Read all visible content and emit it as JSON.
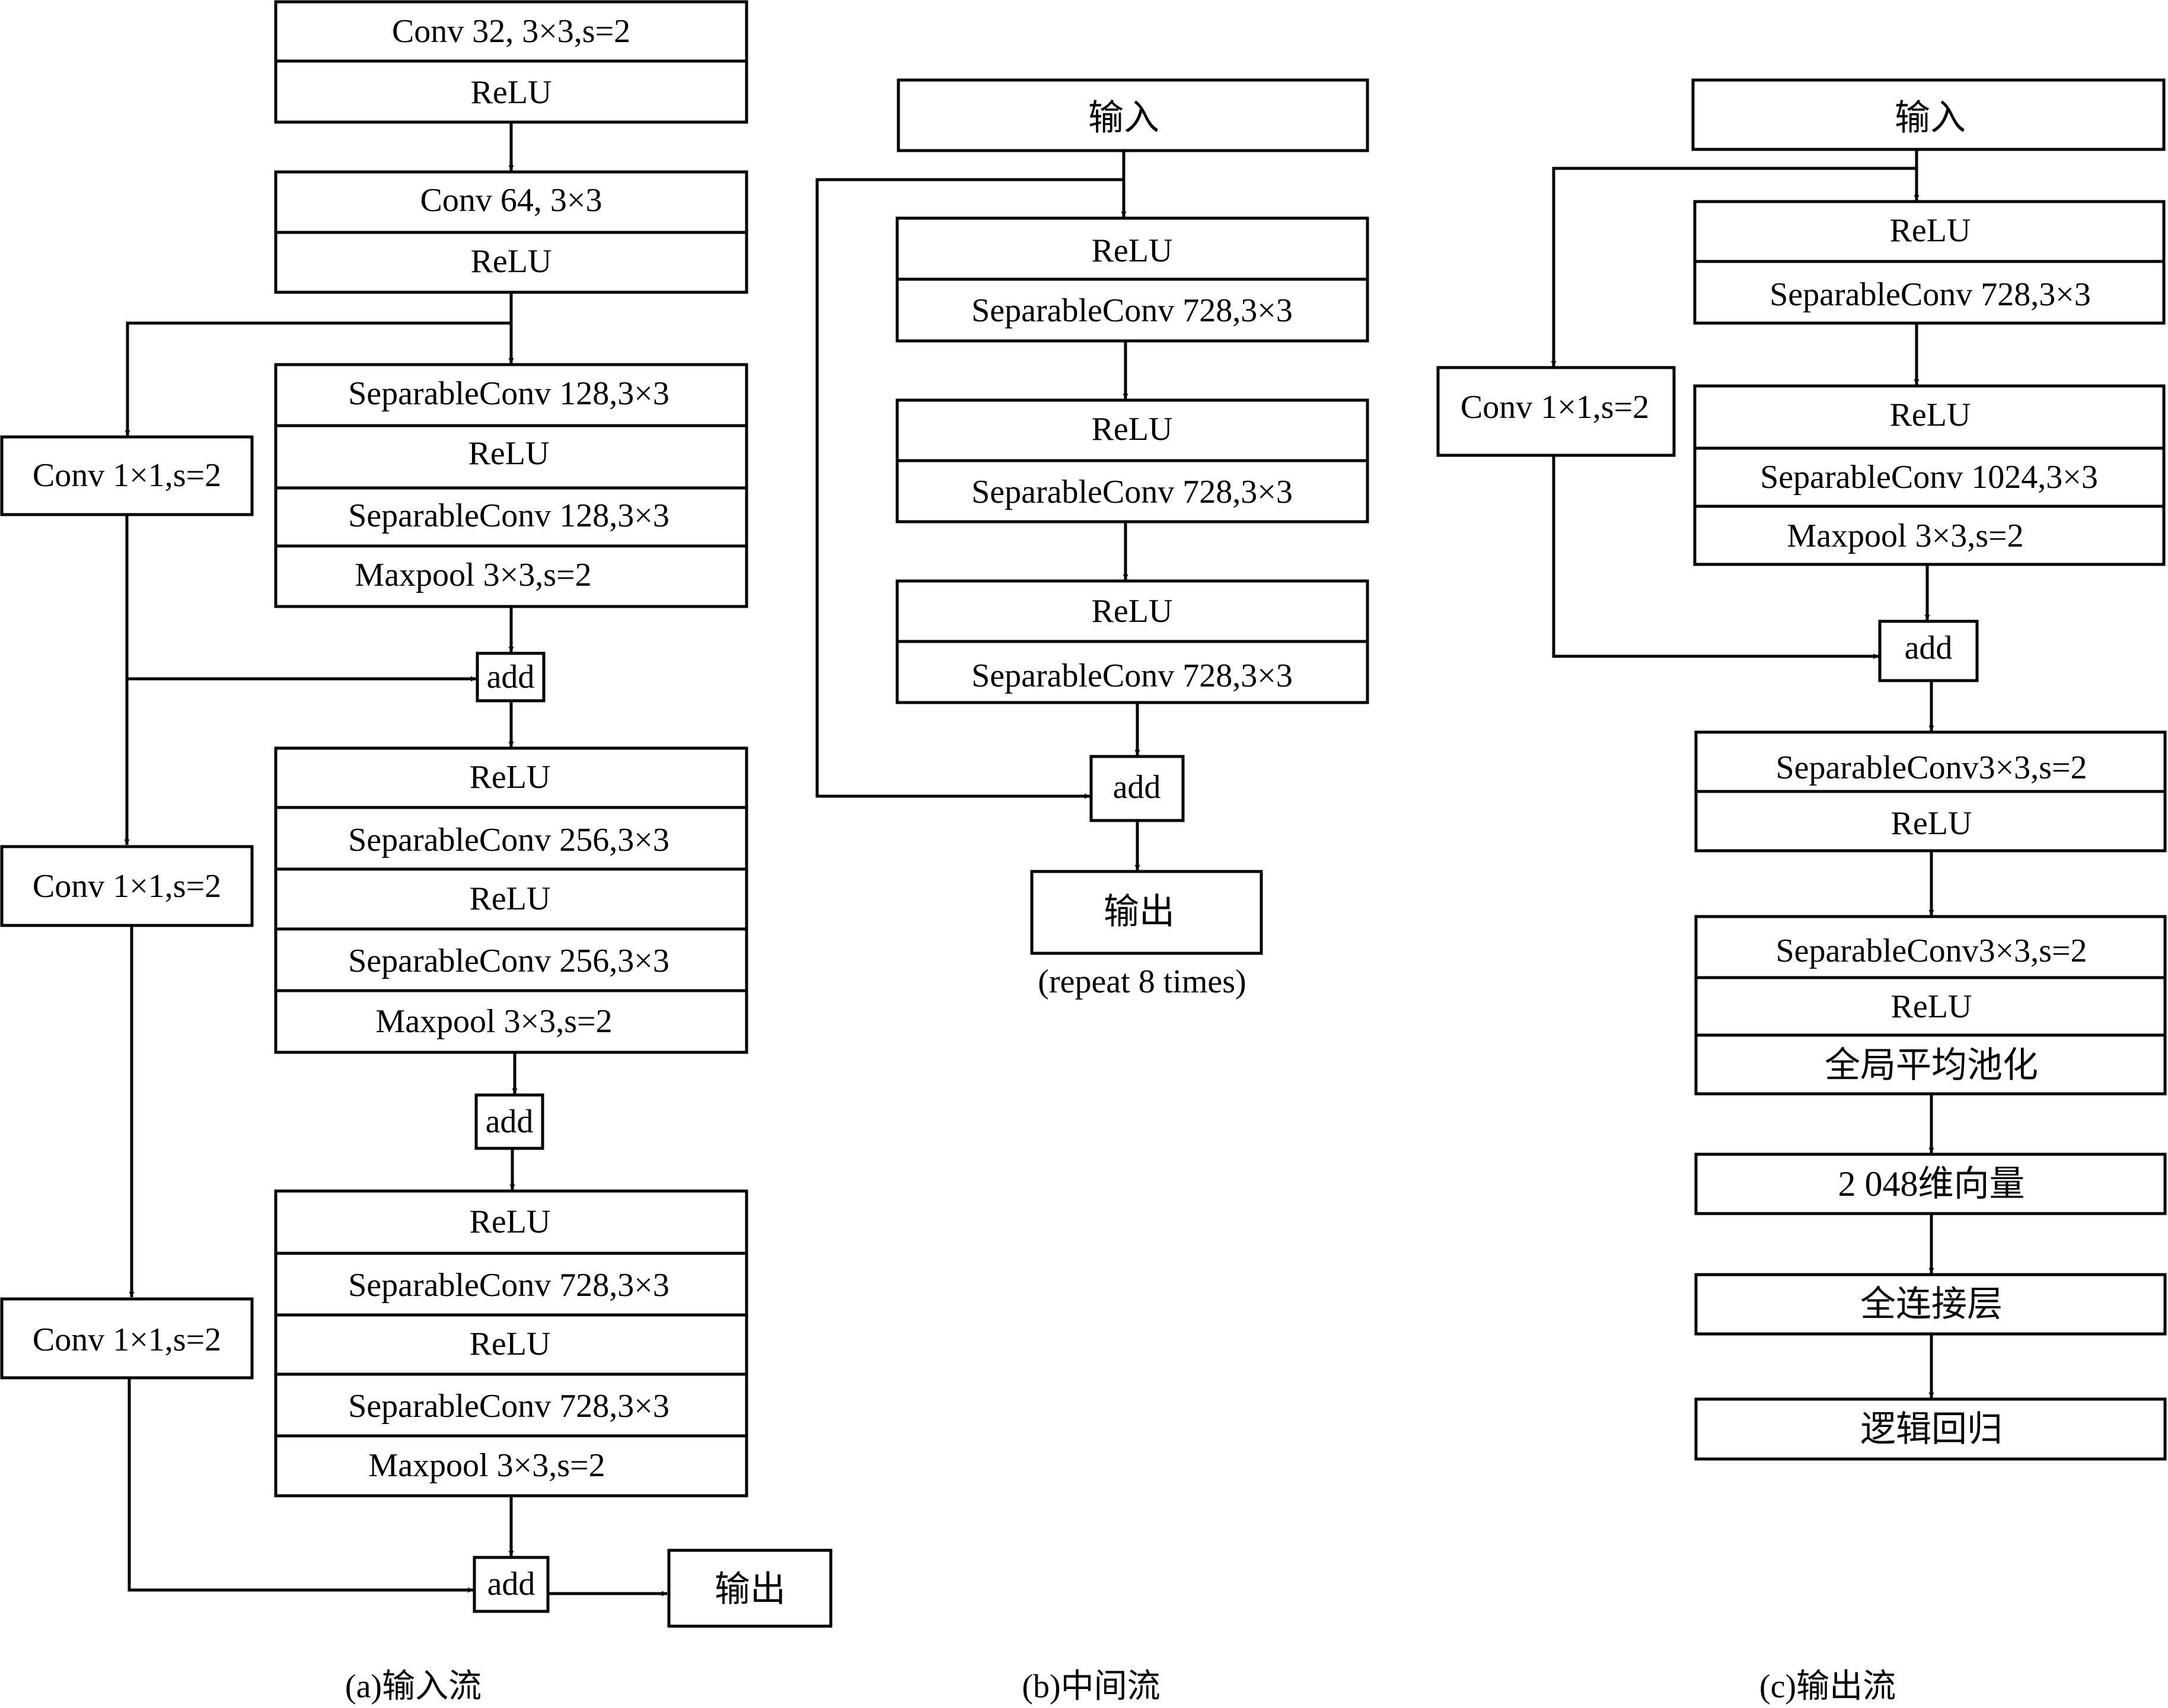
{
  "input_flow": {
    "block1": [
      "Conv 32, 3×3,s=2",
      "ReLU"
    ],
    "block2": [
      "Conv 64, 3×3",
      "ReLU"
    ],
    "block3": [
      "SeparableConv 128,3×3",
      "ReLU",
      "SeparableConv 128,3×3",
      "Maxpool 3×3,s=2"
    ],
    "block4": [
      "ReLU",
      "SeparableConv 256,3×3",
      "ReLU",
      "SeparableConv 256,3×3",
      "Maxpool 3×3,s=2"
    ],
    "block5": [
      "ReLU",
      "SeparableConv 728,3×3",
      "ReLU",
      "SeparableConv 728,3×3",
      "Maxpool 3×3,s=2"
    ],
    "shortcuts": [
      "Conv 1×1,s=2",
      "Conv 1×1,s=2",
      "Conv 1×1,s=2"
    ],
    "add": "add",
    "output": "输出",
    "caption": "(a)输入流"
  },
  "middle_flow": {
    "input": "输入",
    "block1": [
      "ReLU",
      "SeparableConv 728,3×3"
    ],
    "block2": [
      "ReLU",
      "SeparableConv 728,3×3"
    ],
    "block3": [
      "ReLU",
      "SeparableConv 728,3×3"
    ],
    "add": "add",
    "output": "输出",
    "repeat": "(repeat 8 times)",
    "caption": "(b)中间流"
  },
  "exit_flow": {
    "input": "输入",
    "block1": [
      "ReLU",
      "SeparableConv 728,3×3"
    ],
    "block2": [
      "ReLU",
      "SeparableConv 1024,3×3",
      "Maxpool 3×3,s=2"
    ],
    "shortcut": "Conv 1×1,s=2",
    "add": "add",
    "block3": [
      "SeparableConv3×3,s=2",
      "ReLU"
    ],
    "block4": [
      "SeparableConv3×3,s=2",
      "ReLU",
      "全局平均池化"
    ],
    "vector": "2 048维向量",
    "fc": "全连接层",
    "logreg": "逻辑回归",
    "caption": "(c)输出流"
  }
}
